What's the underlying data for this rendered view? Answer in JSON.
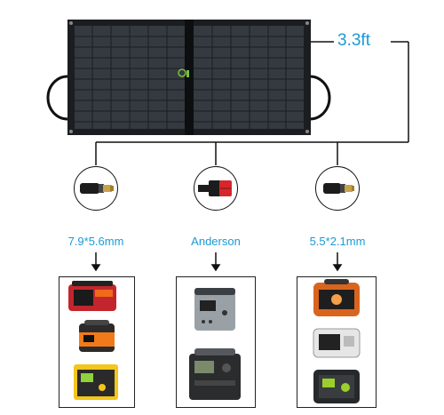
{
  "cable_length": "3.3ft",
  "panel": {
    "brand_logo": "solar-brand-logo",
    "panel_color": "#2b2f33",
    "frame_color": "#111111"
  },
  "connectors": [
    {
      "label": "7.9*5.6mm",
      "icon": "dc-barrel-plug-icon"
    },
    {
      "label": "Anderson",
      "icon": "anderson-plug-icon"
    },
    {
      "label": "5.5*2.1mm",
      "icon": "dc-barrel-plug-icon"
    }
  ],
  "accent_color": "#1a9ad6",
  "device_groups": [
    {
      "devices": [
        "red-power-station",
        "orange-power-station",
        "yellow-power-station"
      ]
    },
    {
      "devices": [
        "grey-power-station",
        "black-power-station"
      ]
    },
    {
      "devices": [
        "orange-lantern-power-station",
        "white-power-station",
        "green-power-station"
      ]
    }
  ]
}
